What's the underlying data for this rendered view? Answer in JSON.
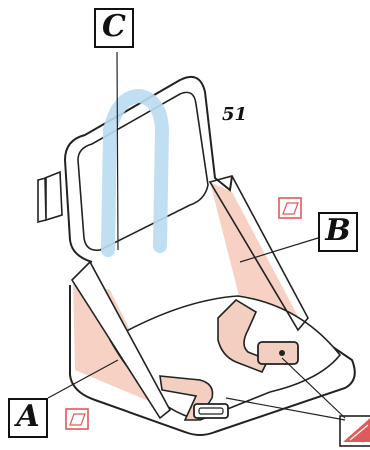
{
  "callouts": {
    "a": "A",
    "b": "B",
    "c": "C"
  },
  "figure_number": "51",
  "colors": {
    "line": "#222222",
    "padding_pink": "#f7d2c4",
    "strap": "#f2cfc0",
    "strap_blue": "#b9dcf2",
    "warning_red": "#e05a5a"
  },
  "icons": [
    "warning-label-icon",
    "warning-sticker-icon",
    "buckle-icon"
  ]
}
